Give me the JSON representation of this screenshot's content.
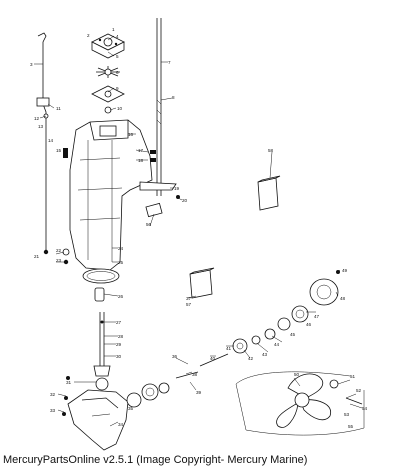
{
  "footer_text": "MercuryPartsOnline v2.5.1 (Image Copyright- Mercury Marine)",
  "callouts": [
    {
      "id": "c1",
      "text": "1"
    },
    {
      "id": "c2",
      "text": "2"
    },
    {
      "id": "c3",
      "text": "3"
    },
    {
      "id": "c4",
      "text": "4"
    },
    {
      "id": "c5",
      "text": "5"
    },
    {
      "id": "c6",
      "text": "6"
    },
    {
      "id": "c7",
      "text": "7"
    },
    {
      "id": "c8",
      "text": "8"
    },
    {
      "id": "c9",
      "text": "9"
    },
    {
      "id": "c10",
      "text": "10"
    },
    {
      "id": "c11",
      "text": "11"
    },
    {
      "id": "c12",
      "text": "12"
    },
    {
      "id": "c13",
      "text": "13"
    },
    {
      "id": "c14",
      "text": "14"
    },
    {
      "id": "c15",
      "text": "15"
    },
    {
      "id": "c16",
      "text": "16"
    },
    {
      "id": "c17",
      "text": "17"
    },
    {
      "id": "c18",
      "text": "18"
    },
    {
      "id": "c19",
      "text": "19"
    },
    {
      "id": "c20",
      "text": "20"
    },
    {
      "id": "c21",
      "text": "21"
    },
    {
      "id": "c22",
      "text": "22"
    },
    {
      "id": "c23",
      "text": "23"
    },
    {
      "id": "c24",
      "text": "24"
    },
    {
      "id": "c25",
      "text": "25"
    },
    {
      "id": "c26",
      "text": "26"
    },
    {
      "id": "c27",
      "text": "27"
    },
    {
      "id": "c28",
      "text": "28"
    },
    {
      "id": "c29",
      "text": "29"
    },
    {
      "id": "c30",
      "text": "30"
    },
    {
      "id": "c31",
      "text": "31"
    },
    {
      "id": "c32",
      "text": "32"
    },
    {
      "id": "c33",
      "text": "33"
    },
    {
      "id": "c34",
      "text": "34"
    },
    {
      "id": "c35",
      "text": "35"
    },
    {
      "id": "c36",
      "text": "36"
    },
    {
      "id": "c37",
      "text": "37"
    },
    {
      "id": "c38",
      "text": "38"
    },
    {
      "id": "c39",
      "text": "39"
    },
    {
      "id": "c40",
      "text": "40"
    },
    {
      "id": "c41",
      "text": "41"
    },
    {
      "id": "c42",
      "text": "42"
    },
    {
      "id": "c43",
      "text": "43"
    },
    {
      "id": "c44",
      "text": "44"
    },
    {
      "id": "c45",
      "text": "45"
    },
    {
      "id": "c46",
      "text": "46"
    },
    {
      "id": "c47",
      "text": "47"
    },
    {
      "id": "c48",
      "text": "48"
    },
    {
      "id": "c49",
      "text": "49"
    },
    {
      "id": "c50",
      "text": "50"
    },
    {
      "id": "c51",
      "text": "51"
    },
    {
      "id": "c52",
      "text": "52"
    },
    {
      "id": "c53",
      "text": "53"
    },
    {
      "id": "c54",
      "text": "54"
    },
    {
      "id": "c55",
      "text": "55"
    },
    {
      "id": "c56",
      "text": "56"
    },
    {
      "id": "c57",
      "text": "57"
    },
    {
      "id": "c58",
      "text": "58"
    }
  ]
}
